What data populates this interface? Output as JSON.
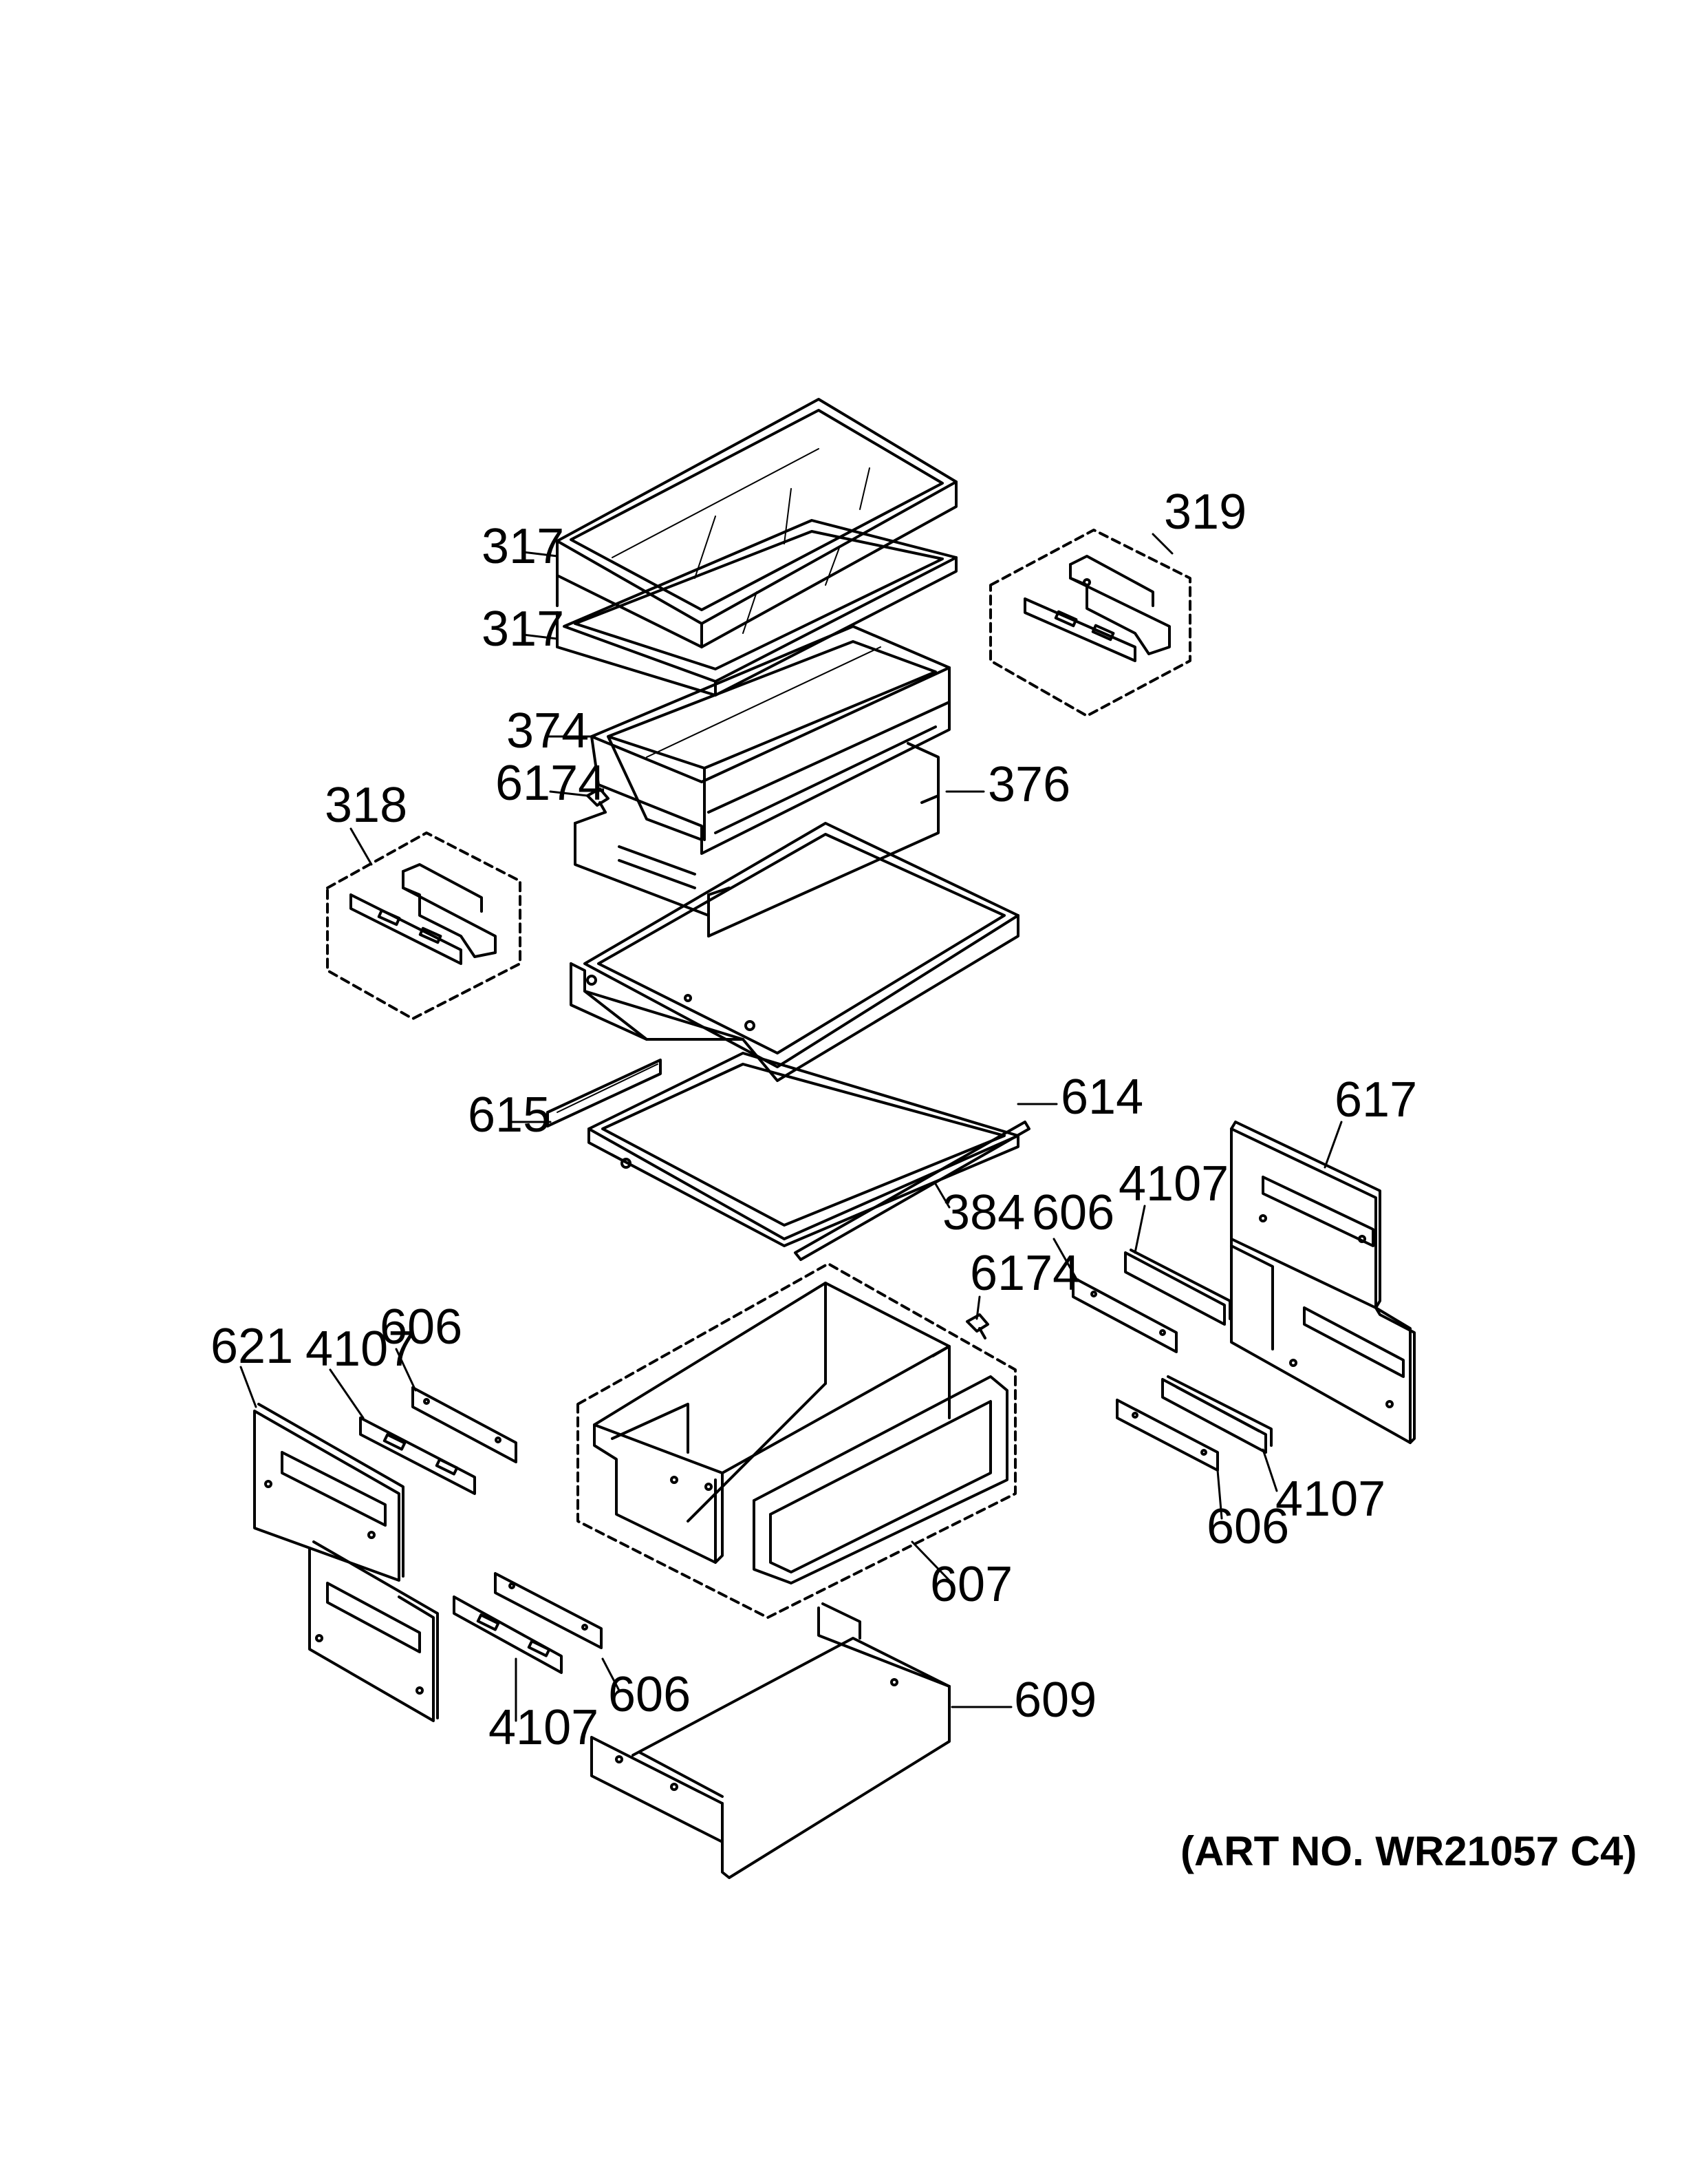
{
  "diagram": {
    "labels": {
      "l317a": "317",
      "l317b": "317",
      "l374": "374",
      "l6174a": "6174",
      "l376": "376",
      "l319": "319",
      "l318": "318",
      "l615": "615",
      "l614": "614",
      "l384": "384",
      "l617": "617",
      "l4107a": "4107",
      "l606a": "606",
      "l6174b": "6174",
      "l621": "621",
      "l4107b": "4107",
      "l606b": "606",
      "l4107c": "4107",
      "l606c": "606",
      "l607": "607",
      "l606d": "606",
      "l4107d": "4107",
      "l609": "609"
    },
    "art_number": "(ART NO. WR21057 C4)"
  }
}
